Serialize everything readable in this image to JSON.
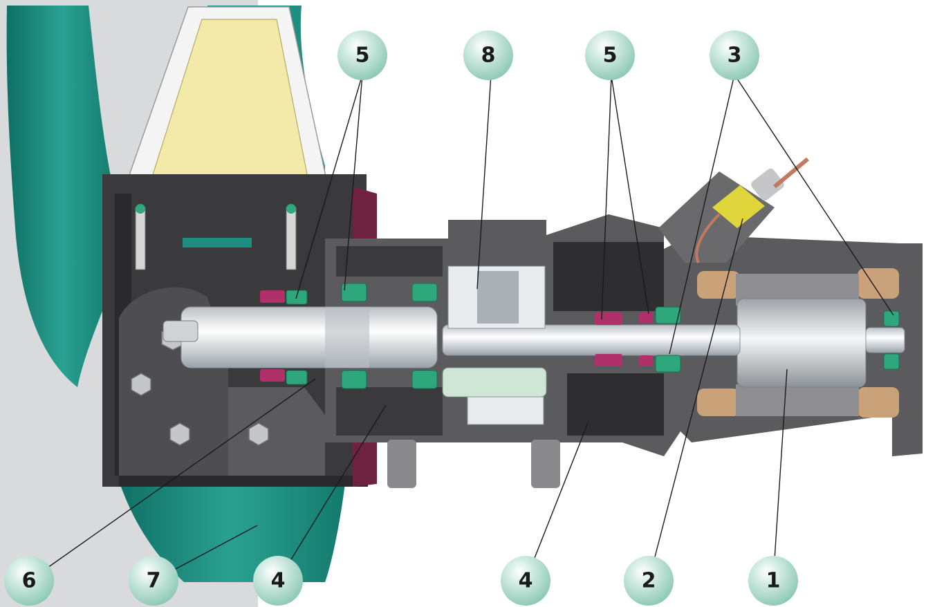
{
  "callouts": [
    {
      "id": "c5a",
      "label": "5"
    },
    {
      "id": "c8",
      "label": "8"
    },
    {
      "id": "c5b",
      "label": "5"
    },
    {
      "id": "c3",
      "label": "3"
    },
    {
      "id": "c6",
      "label": "6"
    },
    {
      "id": "c7",
      "label": "7"
    },
    {
      "id": "c4a",
      "label": "4"
    },
    {
      "id": "c4b",
      "label": "4"
    },
    {
      "id": "c2",
      "label": "2"
    },
    {
      "id": "c1",
      "label": "1"
    }
  ],
  "colors": {
    "background_panel": "#d9dadc",
    "blade_teal": "#1f8e80",
    "housing_dark_gray": "#3a3a3c",
    "housing_gray": "#5b5b5e",
    "cut_face_gray": "#8f8f93",
    "shaft_silver": "#e4e7ea",
    "bearing_green": "#2fa77c",
    "seal_magenta": "#b0306a",
    "wood_cream": "#f3eaa9",
    "coil_copper": "#c9a27a",
    "maroon_flange": "#6e2240",
    "callout_fill": "#b8ddd0"
  }
}
